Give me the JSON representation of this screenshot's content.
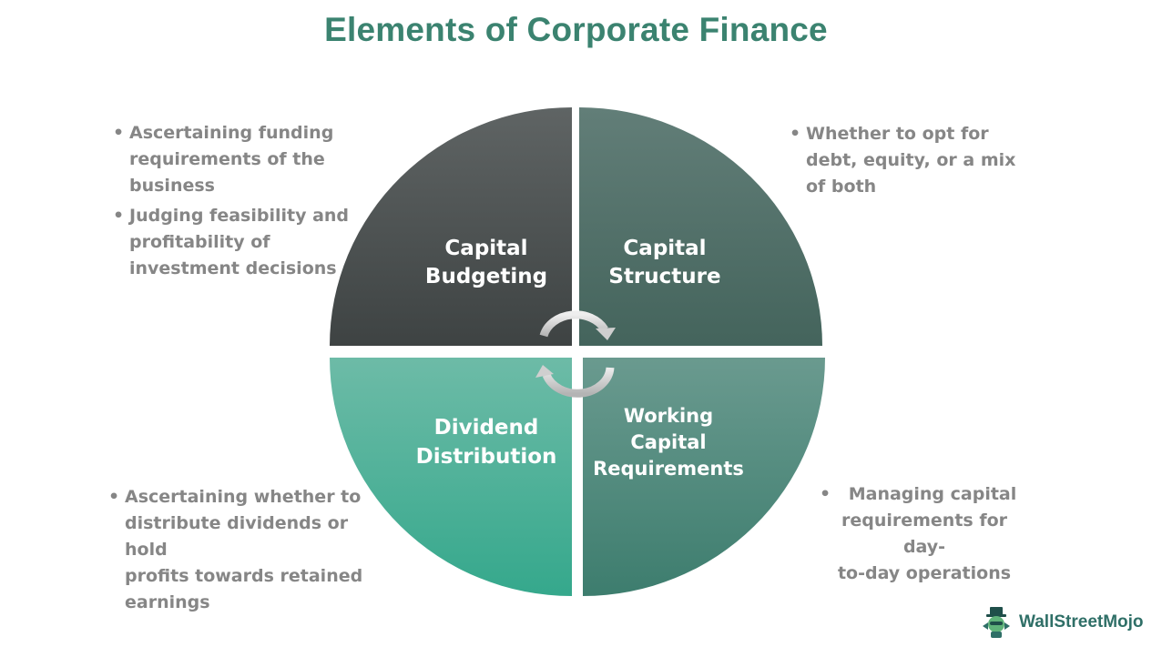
{
  "title": "Elements of Corporate Finance",
  "colors": {
    "title": "#3b8370",
    "top_left": "#45494a",
    "top_right": "#4c7068",
    "bottom_left": "#47b096",
    "bottom_right": "#4f8a7d",
    "text_gray": "#868686"
  },
  "quadrants": {
    "top_left": {
      "line1": "Capital",
      "line2": "Budgeting"
    },
    "top_right": {
      "line1": "Capital",
      "line2": "Structure"
    },
    "bottom_left": {
      "line1": "Dividend",
      "line2": "Distribution"
    },
    "bottom_right": {
      "line1": "Working",
      "line2": "Capital",
      "line3": "Requirements"
    }
  },
  "notes": {
    "top_left": [
      {
        "l1": "Ascertaining funding",
        "l2": "requirements of the",
        "l3": "business"
      },
      {
        "l1": "Judging feasibility and",
        "l2": "profitability of",
        "l3": "investment decisions"
      }
    ],
    "top_right": [
      {
        "l1": "Whether to opt for",
        "l2": "debt, equity, or a mix",
        "l3": "of both"
      }
    ],
    "bottom_left": [
      {
        "l1": "Ascertaining whether to",
        "l2": "distribute dividends or hold",
        "l3": "profits towards retained",
        "l4": "earnings"
      }
    ],
    "bottom_right": [
      {
        "l1": "Managing capital",
        "l2": "requirements for day-",
        "l3": "to-day operations"
      }
    ]
  },
  "logo": {
    "text": "WallStreetMojo",
    "icon": "mojo-mascot-icon"
  }
}
